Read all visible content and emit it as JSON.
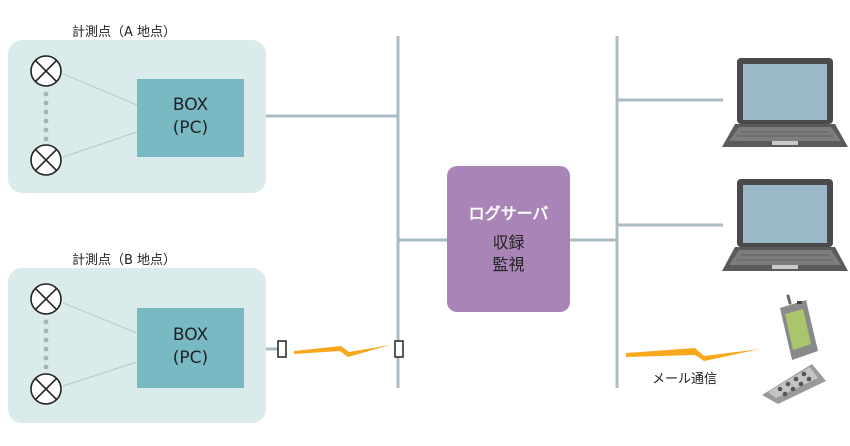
{
  "site_a": {
    "label": "計測点（A 地点）",
    "box_line1": "BOX",
    "box_line2": "(PC)"
  },
  "site_b": {
    "label": "計測点（B 地点）",
    "box_line1": "BOX",
    "box_line2": "(PC)"
  },
  "server": {
    "title": "ログサーバ",
    "line1": "収録",
    "line2": "監視"
  },
  "mail": {
    "label": "メール通信"
  },
  "colors": {
    "panel": "#d9ebea",
    "box": "#78b9c4",
    "server": "#a885b6",
    "line": "#a9bcc6",
    "lightning": "#f7a81c"
  },
  "icons": [
    "sensor-icon",
    "laptop-icon",
    "mobile-phone-icon",
    "wireless-antenna-icon",
    "lightning-icon"
  ]
}
